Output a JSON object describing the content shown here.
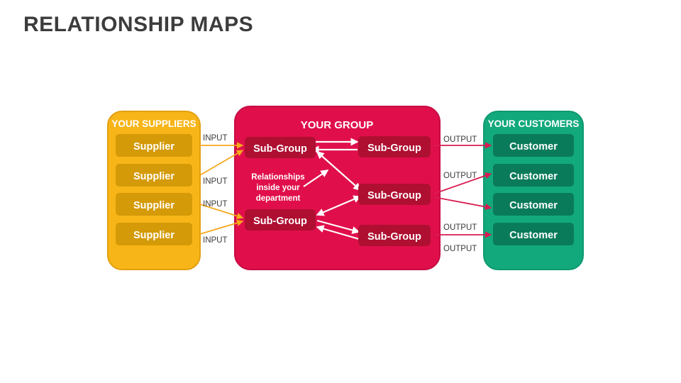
{
  "page": {
    "title": "RELATIONSHIP MAPS",
    "background_color": "#ffffff",
    "title_color": "#3c3c3c"
  },
  "colors": {
    "suppliers_panel": "#F8B518",
    "suppliers_panel_stroke": "#E2A010",
    "supplier_box": "#D49A07",
    "group_panel": "#E00F4B",
    "group_panel_stroke": "#C60B42",
    "subgroup_box": "#AF0F31",
    "customers_panel": "#12A97C",
    "customers_panel_stroke": "#0E9A70",
    "customer_box": "#0A7B5A",
    "input_arrow": "#F5A81C",
    "output_arrow": "#D81B50",
    "internal_arrow": "#FFFFFF"
  },
  "suppliers_panel": {
    "name": "suppliers-panel",
    "title": "YOUR SUPPLIERS",
    "items": [
      {
        "label": "Supplier"
      },
      {
        "label": "Supplier"
      },
      {
        "label": "Supplier"
      },
      {
        "label": "Supplier"
      }
    ]
  },
  "group_panel": {
    "name": "group-panel",
    "title": "YOUR GROUP",
    "note": {
      "line1": "Relationships",
      "line2": "inside your",
      "line3": "department"
    },
    "items": [
      {
        "label": "Sub-Group"
      },
      {
        "label": "Sub-Group"
      },
      {
        "label": "Sub-Group"
      },
      {
        "label": "Sub-Group"
      }
    ]
  },
  "customers_panel": {
    "name": "customers-panel",
    "title": "YOUR CUSTOMERS",
    "items": [
      {
        "label": "Customer"
      },
      {
        "label": "Customer"
      },
      {
        "label": "Customer"
      },
      {
        "label": "Customer"
      }
    ]
  },
  "flow_labels": {
    "inputs": [
      {
        "label": "INPUT"
      },
      {
        "label": "INPUT"
      },
      {
        "label": "INPUT"
      },
      {
        "label": "INPUT"
      }
    ],
    "outputs": [
      {
        "label": "OUTPUT"
      },
      {
        "label": "OUTPUT"
      },
      {
        "label": "OUTPUT"
      },
      {
        "label": "OUTPUT"
      }
    ]
  }
}
